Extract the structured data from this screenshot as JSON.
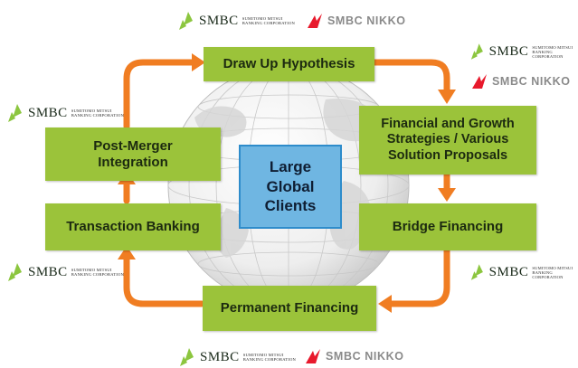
{
  "diagram": {
    "center": "Large\nGlobal\nClients",
    "steps": {
      "hypothesis": "Draw Up Hypothesis",
      "financial": "Financial and Growth\nStrategies / Various\nSolution Proposals",
      "bridge": "Bridge Financing",
      "permanent": "Permanent Financing",
      "transaction": "Transaction Banking",
      "post_merger": "Post-Merger\nIntegration"
    }
  },
  "logos": {
    "smbc": "SMBC",
    "smbc_sub_1": "SUMITOMO MITSUI",
    "smbc_sub_2": "BANKING CORPORATION",
    "nikko": "SMBC NIKKO"
  },
  "colors": {
    "box_green": "#9bc33a",
    "arrow_orange": "#f07d22",
    "center_blue": "#6fb6e2",
    "leaf_green": "#8cc63f",
    "nikko_red": "#e8192c"
  }
}
